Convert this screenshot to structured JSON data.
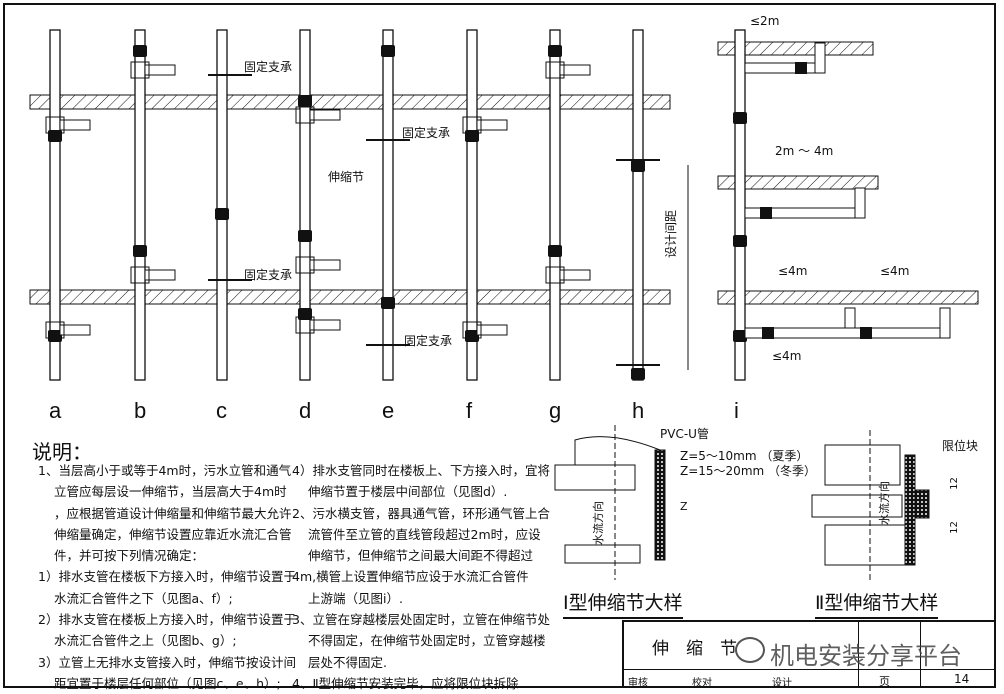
{
  "figures": {
    "labels": [
      "a",
      "b",
      "c",
      "d",
      "e",
      "f",
      "g",
      "h",
      "i"
    ],
    "annotations": {
      "fixed_support": "固定支承",
      "expansion_joint": "伸缩节",
      "design_spacing": "设计间距",
      "le_2m": "≤2m",
      "range_2_4m": "2m ～ 4m",
      "le_4m": "≤4m"
    }
  },
  "notes": {
    "heading": "说明：",
    "lines": [
      "1、当层高小于或等于4m时，污水立管和通气",
      "立管应每层设一伸缩节，当层高大于4m时",
      "，应根据管道设计伸缩量和伸缩节最大允许",
      "伸缩量确定，伸缩节设置应靠近水流汇合管",
      "件，并可按下列情况确定：",
      "1）排水支管在楼板下方接入时，伸缩节设置于",
      "水流汇合管件之下（见图a、f）;",
      "2）排水支管在楼板上方接入时，伸缩节设置于",
      "水流汇合管件之上（见图b、g）;",
      "3）立管上无排水支管接入时，伸缩节按设计间",
      "距宜置于楼层任何部位（见图c、e、h）;"
    ],
    "lines2": [
      "4）排水支管同时在楼板上、下方接入时，宜将",
      "伸缩节置于楼层中间部位（见图d）.",
      "2、污水横支管，器具通气管，环形通气管上合",
      "流管件至立管的直线管段超过2m时，应设",
      "伸缩节，但伸缩节之间最大间距不得超过",
      "4m,横管上设置伸缩节应设于水流汇合管件",
      "上游端（见图i）.",
      "3、立管在穿越楼层处固定时，立管在伸缩节处",
      "不得固定，在伸缩节处固定时，立管穿越楼",
      "层处不得固定.",
      "4、Ⅱ型伸缩节安装完毕，应将限位块拆除."
    ]
  },
  "details": {
    "type1": {
      "title": "Ⅰ型伸缩节大样",
      "pipe_label": "PVC-U管",
      "z_summer": "Z=5～10mm （夏季）",
      "z_winter": "Z=15～20mm （冬季）",
      "z": "Z",
      "flow": "水流方向"
    },
    "type2": {
      "title": "Ⅱ型伸缩节大样",
      "limit_block": "限位块",
      "dim": "12",
      "flow": "水流方向"
    }
  },
  "title_block": {
    "title": "伸　缩　节",
    "review": "审核",
    "check": "校对",
    "design": "设计",
    "page_label": "页",
    "page": "14"
  },
  "watermark": "机电安装分享平台",
  "colors": {
    "ink": "#111111",
    "paper": "#ffffff"
  }
}
